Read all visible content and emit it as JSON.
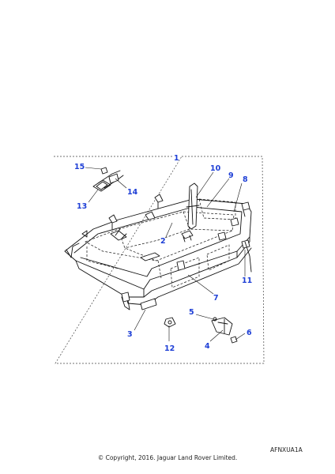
{
  "callouts": {
    "c1": "1",
    "c2": "2",
    "c3": "3",
    "c4": "4",
    "c5": "5",
    "c6": "6",
    "c7": "7",
    "c8": "8",
    "c9": "9",
    "c10": "10",
    "c11": "11",
    "c12": "12",
    "c13": "13",
    "c14": "14",
    "c15": "15"
  },
  "footer": {
    "reference_code": "AFNXUA1A",
    "copyright": "© Copyright, 2016. Jaguar Land Rover Limited."
  },
  "colors": {
    "callout": "#1e3fd6",
    "line": "#111111"
  }
}
